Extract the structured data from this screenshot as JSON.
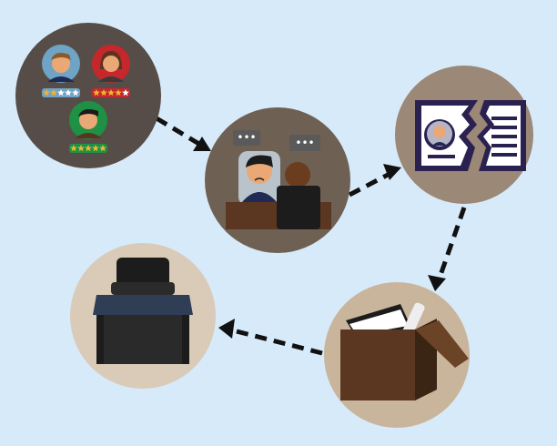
{
  "colors": {
    "background": "#d7eaf9",
    "step1_circle": "#574d48",
    "step2_circle": "#6f6054",
    "step3_circle": "#9b8877",
    "step4_circle": "#c9b59c",
    "step5_circle": "#d9cbb7",
    "arrow": "#111111",
    "star_filled": "#f2b233",
    "star_empty": "#ffffff"
  },
  "steps": [
    {
      "name": "employee-ratings",
      "icon": "rated-employees-icon"
    },
    {
      "name": "manager-meeting",
      "icon": "meeting-icon"
    },
    {
      "name": "torn-id-card",
      "icon": "torn-id-card-icon"
    },
    {
      "name": "packed-box",
      "icon": "box-icon"
    },
    {
      "name": "empty-desk",
      "icon": "empty-desk-icon"
    }
  ],
  "ratings": [
    {
      "employee": "male-employee-blue",
      "stars": 2,
      "max": 5
    },
    {
      "employee": "female-employee-red",
      "stars": 4,
      "max": 5
    },
    {
      "employee": "male-employee-green",
      "stars": 5,
      "max": 5
    }
  ]
}
